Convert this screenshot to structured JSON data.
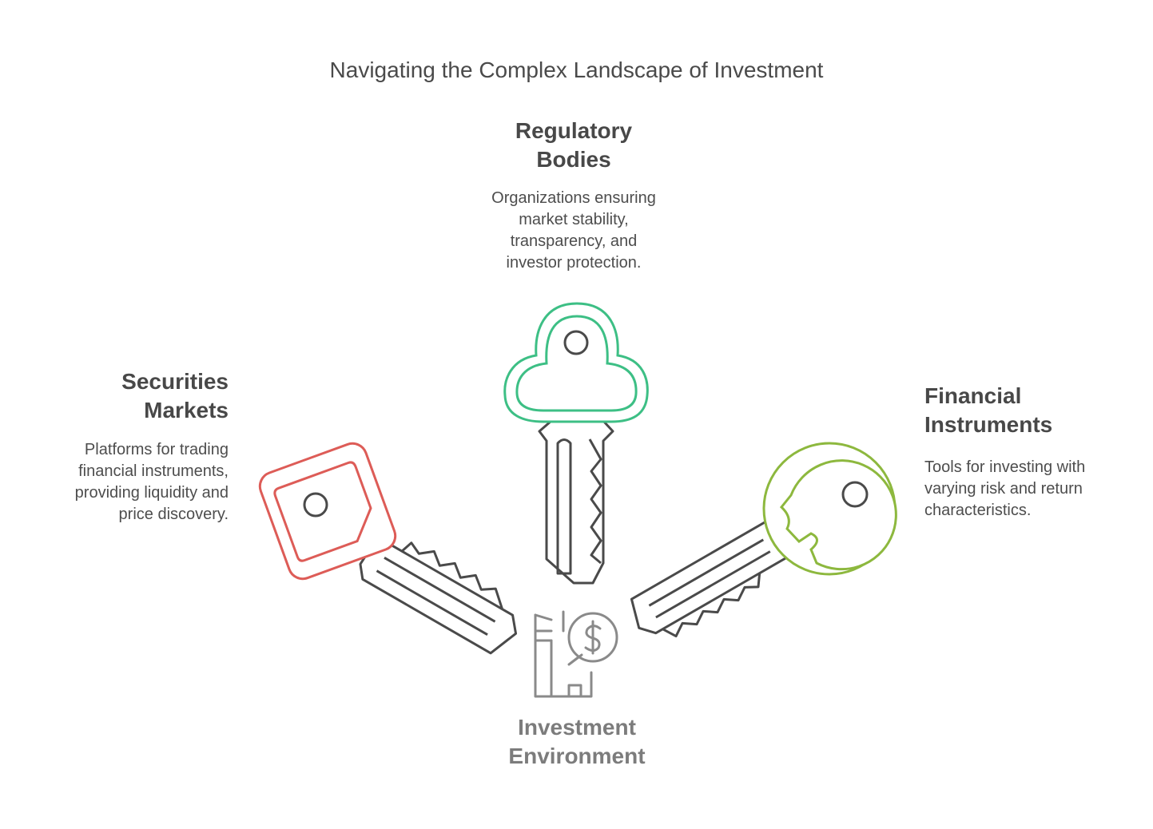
{
  "title": "Navigating the Complex Landscape of Investment",
  "nodes": {
    "regulatory": {
      "heading_line1": "Regulatory",
      "heading_line2": "Bodies",
      "desc_lines": [
        "Organizations ensuring",
        "market stability,",
        "transparency, and",
        "investor protection."
      ],
      "color": "#3dbf85",
      "icon": "key-icon"
    },
    "securities": {
      "heading_line1": "Securities",
      "heading_line2": "Markets",
      "desc_lines": [
        "Platforms for trading",
        "financial instruments,",
        "providing liquidity and",
        "price discovery."
      ],
      "color": "#dd5c57",
      "icon": "key-icon"
    },
    "financial": {
      "heading_line1": "Financial",
      "heading_line2": "Instruments",
      "desc_lines": [
        "Tools for investing with",
        "varying risk and return",
        "characteristics."
      ],
      "color": "#8db83e",
      "icon": "key-icon"
    },
    "investment": {
      "heading_line1": "Investment",
      "heading_line2": "Environment",
      "color": "#7c7c7c",
      "icon": "building-dollar-icon"
    }
  },
  "colors": {
    "key_blade": "#4a4a4a",
    "center_icon": "#8a8a8a"
  }
}
